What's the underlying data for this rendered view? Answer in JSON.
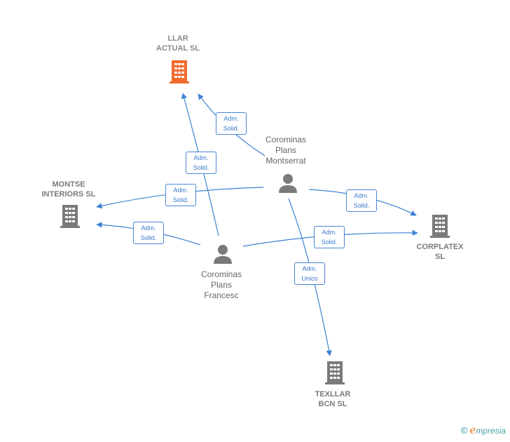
{
  "companies": {
    "llar": {
      "label": "LLAR\nACTUAL  SL",
      "color": "#f26a2e"
    },
    "montse": {
      "label": "MONTSE\nINTERIORS SL",
      "color": "#7a7a7a"
    },
    "corplatex": {
      "label": "CORPLATEX\nSL",
      "color": "#7a7a7a"
    },
    "texllar": {
      "label": "TEXLLAR\nBCN  SL",
      "color": "#7a7a7a"
    }
  },
  "persons": {
    "montserrat": {
      "label": "Corominas\nPlans\nMontserrat",
      "color": "#7a7a7a"
    },
    "francesc": {
      "label": "Corominas\nPlans\nFrancesc",
      "color": "#7a7a7a"
    }
  },
  "edges": [
    {
      "id": "e1",
      "line1": "Adm.",
      "line2": "Solid."
    },
    {
      "id": "e2",
      "line1": "Adm.",
      "line2": "Solid."
    },
    {
      "id": "e3",
      "line1": "Adm.",
      "line2": "Solid."
    },
    {
      "id": "e4",
      "line1": "Adm.",
      "line2": "Solid."
    },
    {
      "id": "e5",
      "line1": "Adm.",
      "line2": "Solid."
    },
    {
      "id": "e6",
      "line1": "Adm.",
      "line2": "Solid."
    },
    {
      "id": "e7",
      "line1": "Adm.",
      "line2": "Unico"
    }
  ],
  "edge_color": "#3f82d4",
  "footer": {
    "copyright": "©",
    "brand_initial": "e",
    "brand_rest": "mpresia"
  }
}
